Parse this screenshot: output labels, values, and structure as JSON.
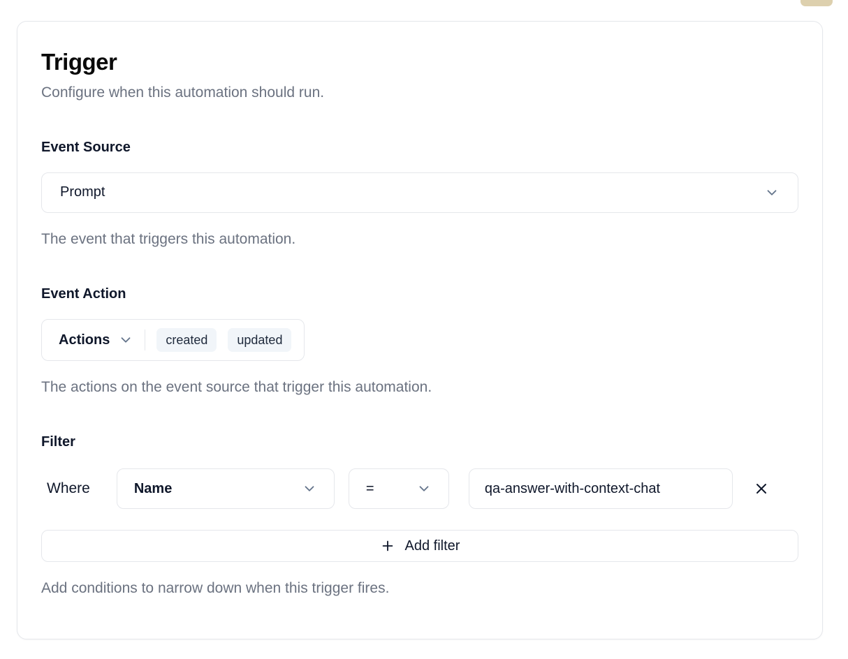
{
  "card": {
    "title": "Trigger",
    "subtitle": "Configure when this automation should run."
  },
  "event_source": {
    "label": "Event Source",
    "selected_value": "Prompt",
    "help": "The event that triggers this automation."
  },
  "event_action": {
    "label": "Event Action",
    "dropdown_label": "Actions",
    "tags": [
      "created",
      "updated"
    ],
    "help": "The actions on the event source that trigger this automation."
  },
  "filter": {
    "label": "Filter",
    "where_label": "Where",
    "field_value": "Name",
    "operator_value": "=",
    "value_input": "qa-answer-with-context-chat",
    "add_filter_label": "Add filter",
    "help": "Add conditions to narrow down when this trigger fires."
  },
  "icons": {
    "chevron_down": "⌄",
    "plus": "+",
    "close": "×"
  },
  "colors": {
    "border": "#e5e7eb",
    "text": "#0f172a",
    "muted_text": "#6b7280",
    "tag_background": "#f1f5f9",
    "partial_element": "#ddd0ae"
  }
}
